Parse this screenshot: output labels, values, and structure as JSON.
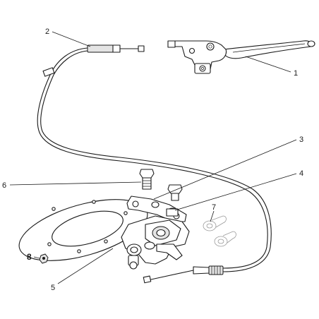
{
  "callouts": [
    {
      "id": "1",
      "label": "1"
    },
    {
      "id": "2",
      "label": "2"
    },
    {
      "id": "3",
      "label": "3"
    },
    {
      "id": "4",
      "label": "4"
    },
    {
      "id": "5",
      "label": "5"
    },
    {
      "id": "6",
      "label": "6"
    },
    {
      "id": "7",
      "label": "7"
    },
    {
      "id": "8",
      "label": "8"
    }
  ],
  "colors": {
    "line": "#1a1a1a",
    "background": "#ffffff",
    "shade": "#e4e4e4"
  }
}
